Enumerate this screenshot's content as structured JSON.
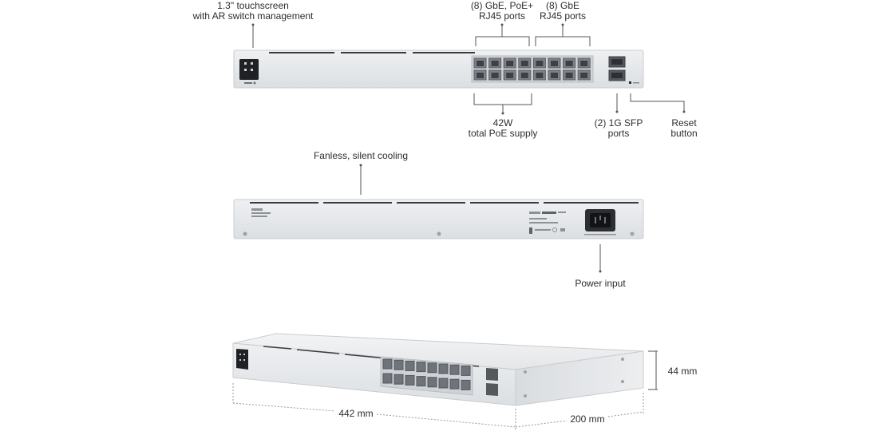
{
  "front_view": {
    "touchscreen": {
      "line1": "1.3\" touchscreen",
      "line2": "with AR switch management"
    },
    "poe_ports": {
      "line1": "(8) GbE, PoE+",
      "line2": "RJ45 ports"
    },
    "gbe_ports": {
      "line1": "(8) GbE",
      "line2": "RJ45 ports"
    },
    "poe_supply": {
      "line1": "42W",
      "line2": "total PoE supply"
    },
    "sfp_ports": {
      "line1": "(2) 1G SFP",
      "line2": "ports"
    },
    "reset_button": {
      "line1": "Reset",
      "line2": "button"
    }
  },
  "rear_view": {
    "cooling": "Fanless, silent cooling",
    "power_input": "Power input"
  },
  "dimensions": {
    "width": "442 mm",
    "depth": "200 mm",
    "height": "44 mm"
  },
  "colors": {
    "chassis": "#e6e8ea",
    "chassis_edge": "#c9ccd0",
    "vent": "#3a3c40",
    "port": "#7e8288",
    "leader_line": "#555555",
    "dimension_line": "#9a9a9a"
  }
}
